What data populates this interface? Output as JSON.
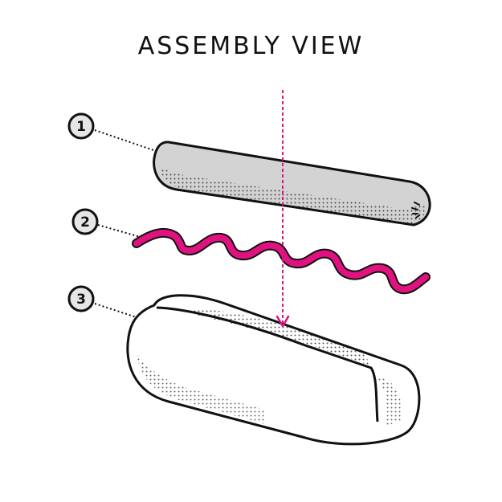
{
  "title": "ASSEMBLY VIEW",
  "parts": [
    {
      "number": "1",
      "name": "sausage"
    },
    {
      "number": "2",
      "name": "ketchup-squiggle"
    },
    {
      "number": "3",
      "name": "bun"
    }
  ],
  "colors": {
    "ink": "#111111",
    "sausage_fill": "#d3d3d3",
    "ketchup": "#e0127f",
    "bun_fill": "#ffffff",
    "callout_fill": "#e6e6e6"
  }
}
